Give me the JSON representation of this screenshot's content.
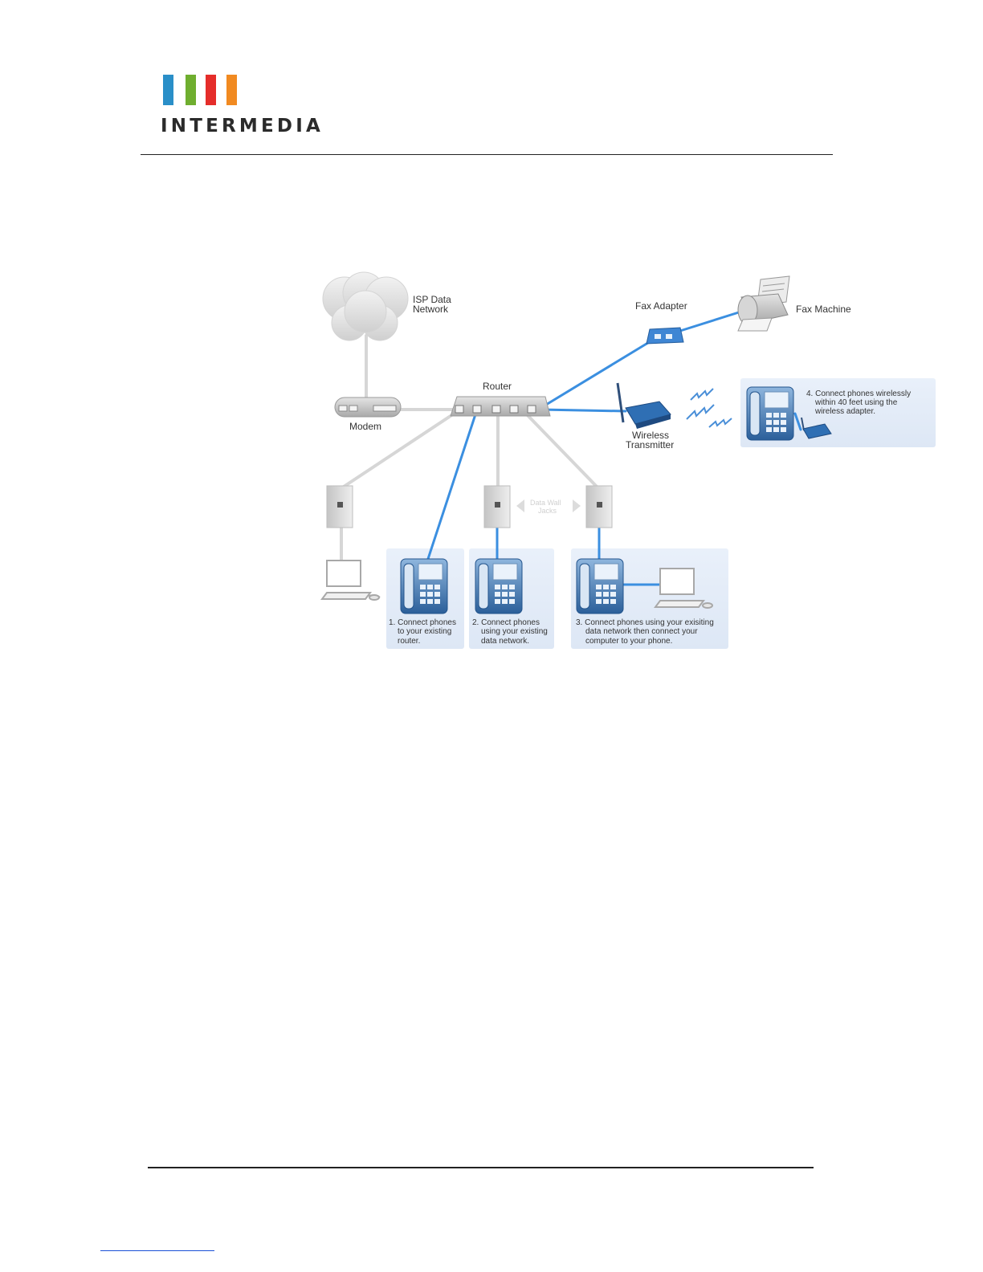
{
  "header": {
    "logo_text": "INTERMEDIA",
    "logo_colors": [
      "#2a8fc8",
      "#6fae2f",
      "#e52d2a",
      "#f18a21"
    ]
  },
  "diagram": {
    "isp_label_line1": "ISP Data",
    "isp_label_line2": "Network",
    "modem_label": "Modem",
    "router_label": "Router",
    "fax_adapter_label": "Fax Adapter",
    "fax_machine_label": "Fax Machine",
    "wireless_label_line1": "Wireless",
    "wireless_label_line2": "Transmitter",
    "wall_jacks_line1": "Data Wall",
    "wall_jacks_line2": "Jacks",
    "option1": [
      "1. Connect phones",
      "to your existing",
      "router."
    ],
    "option2": [
      "2. Connect phones",
      "using your existing",
      "data network."
    ],
    "option3": [
      "3. Connect phones using your exisiting",
      "data network then connect your",
      "computer to your phone."
    ],
    "option4": [
      "4. Connect phones wirelessly",
      "within 40 feet using the",
      "wireless adapter."
    ],
    "colors": {
      "blue_cable": "#3b8fe0",
      "grey_cable": "#d6d6d6",
      "panel": "#e3ecf8",
      "device_blue": "#2f6fb4"
    }
  }
}
